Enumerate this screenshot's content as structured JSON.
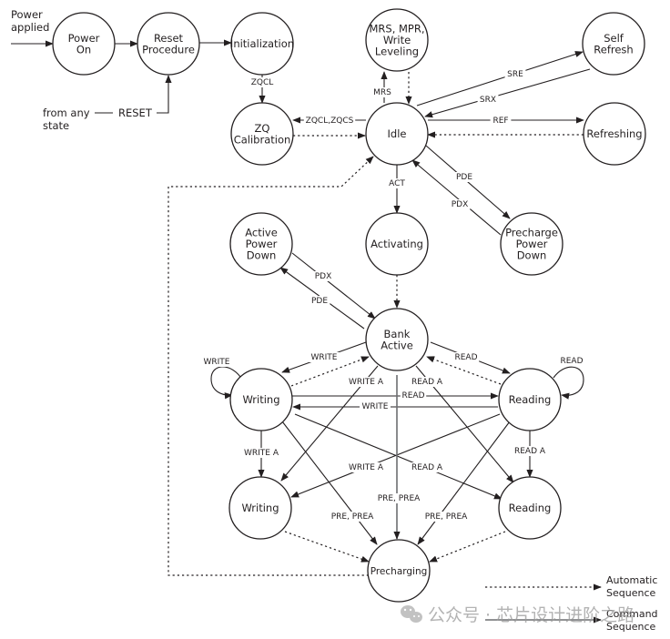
{
  "diagram": {
    "title": "DDR3 SDRAM simplified state diagram",
    "states": {
      "power_on": [
        "Power",
        "On"
      ],
      "reset_procedure": [
        "Reset",
        "Procedure"
      ],
      "initialization": [
        "Initialization"
      ],
      "zq_calibration": [
        "ZQ",
        "Calibration"
      ],
      "mrs": [
        "MRS, MPR,",
        "Write",
        "Leveling"
      ],
      "idle": [
        "Idle"
      ],
      "self_refresh": [
        "Self",
        "Refresh"
      ],
      "refreshing": [
        "Refreshing"
      ],
      "activating": [
        "Activating"
      ],
      "active_power_down": [
        "Active",
        "Power",
        "Down"
      ],
      "precharge_power_down": [
        "Precharge",
        "Power",
        "Down"
      ],
      "bank_active": [
        "Bank",
        "Active"
      ],
      "writing": [
        "Writing"
      ],
      "reading": [
        "Reading"
      ],
      "writing_a": [
        "Writing"
      ],
      "reading_a": [
        "Reading"
      ],
      "precharging": [
        "Precharging"
      ]
    },
    "free_text": {
      "power_applied": [
        "Power",
        "applied"
      ],
      "from_any_state": [
        "from any",
        "state"
      ],
      "reset": "RESET"
    },
    "edge_labels": {
      "zqcl_init": "ZQCL",
      "zqcl_zqcs": "ZQCL,ZQCS",
      "mrs": "MRS",
      "sre": "SRE",
      "srx": "SRX",
      "ref": "REF",
      "act": "ACT",
      "pde_idle": "PDE",
      "pdx_idle": "PDX",
      "pdx_active": "PDX",
      "pde_active": "PDE",
      "write_ba": "WRITE",
      "read_ba": "READ",
      "write_self": "WRITE",
      "read_self": "READ",
      "write_a_ba": "WRITE A",
      "read_a_ba": "READ A",
      "read_w2r": "READ",
      "write_r2w": "WRITE",
      "write_a_w": "WRITE A",
      "read_a_r": "READ A",
      "write_a_r2wa": "WRITE A",
      "read_a_w2ra": "READ A",
      "pre_center": "PRE, PREA",
      "pre_left": "PRE,  PREA",
      "pre_right": "PRE,  PREA"
    },
    "legend": {
      "automatic": [
        "Automatic",
        "Sequence"
      ],
      "command": [
        "Command",
        "Sequence"
      ]
    },
    "watermark": "公众号 · 芯片设计进阶之路"
  },
  "colors": {
    "ink": "#231f20",
    "gray_line": "#6d6e71",
    "watermark": "#9a9a9a"
  }
}
